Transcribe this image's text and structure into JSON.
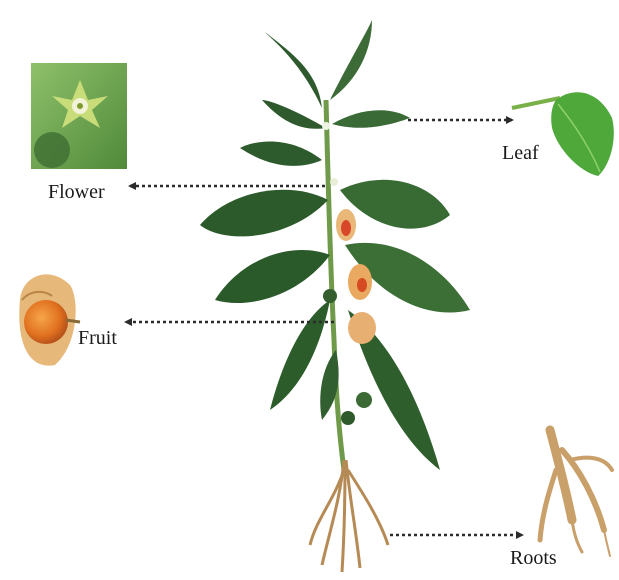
{
  "labels": {
    "flower": "Flower",
    "fruit": "Fruit",
    "leaf": "Leaf",
    "roots": "Roots"
  },
  "colors": {
    "leaf_dark": "#2f5a2e",
    "leaf_mid": "#3f7a3a",
    "leaf_light": "#5fae3a",
    "stem": "#6f9a4a",
    "fruit_orange": "#e8862a",
    "husk": "#e9b777",
    "root": "#caa06a",
    "arrow": "#2b2b2b"
  },
  "icons": [
    "flower-photo",
    "fruit-photo",
    "leaf-photo",
    "roots-photo",
    "plant-illustration"
  ]
}
